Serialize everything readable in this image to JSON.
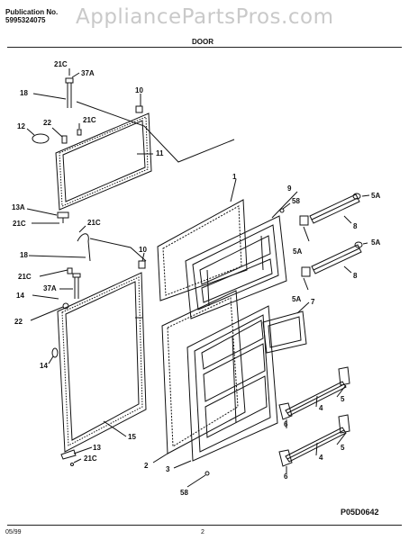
{
  "header": {
    "publication_label": "Publication No.",
    "publication_number": "5995324075",
    "watermark": "AppliancePartsPros.com",
    "section_title": "DOOR"
  },
  "callouts": [
    {
      "id": "c-21c-a",
      "text": "21C"
    },
    {
      "id": "c-37a-a",
      "text": "37A"
    },
    {
      "id": "c-18-a",
      "text": "18"
    },
    {
      "id": "c-10-a",
      "text": "10"
    },
    {
      "id": "c-12",
      "text": "12"
    },
    {
      "id": "c-22-a",
      "text": "22"
    },
    {
      "id": "c-21c-b",
      "text": "21C"
    },
    {
      "id": "c-11",
      "text": "11"
    },
    {
      "id": "c-1",
      "text": "1"
    },
    {
      "id": "c-13a",
      "text": "13A"
    },
    {
      "id": "c-21c-c",
      "text": "21C"
    },
    {
      "id": "c-21c-d",
      "text": "21C"
    },
    {
      "id": "c-18-b",
      "text": "18"
    },
    {
      "id": "c-10-b",
      "text": "10"
    },
    {
      "id": "c-21c-e",
      "text": "21C"
    },
    {
      "id": "c-37a-b",
      "text": "37A"
    },
    {
      "id": "c-14-a",
      "text": "14"
    },
    {
      "id": "c-22-b",
      "text": "22"
    },
    {
      "id": "c-14-b",
      "text": "14"
    },
    {
      "id": "c-15",
      "text": "15"
    },
    {
      "id": "c-13",
      "text": "13"
    },
    {
      "id": "c-21c-f",
      "text": "21C"
    },
    {
      "id": "c-9",
      "text": "9"
    },
    {
      "id": "c-58-a",
      "text": "58"
    },
    {
      "id": "c-5a-a",
      "text": "5A"
    },
    {
      "id": "c-8-a",
      "text": "8"
    },
    {
      "id": "c-5a-b",
      "text": "5A"
    },
    {
      "id": "c-5a-c",
      "text": "5A"
    },
    {
      "id": "c-8-b",
      "text": "8"
    },
    {
      "id": "c-5a-d",
      "text": "5A"
    },
    {
      "id": "c-7",
      "text": "7"
    },
    {
      "id": "c-5-a",
      "text": "5"
    },
    {
      "id": "c-4-a",
      "text": "4"
    },
    {
      "id": "c-6-a",
      "text": "6"
    },
    {
      "id": "c-5-b",
      "text": "5"
    },
    {
      "id": "c-4-b",
      "text": "4"
    },
    {
      "id": "c-6-b",
      "text": "6"
    },
    {
      "id": "c-2",
      "text": "2"
    },
    {
      "id": "c-3",
      "text": "3"
    },
    {
      "id": "c-58-b",
      "text": "58"
    }
  ],
  "footer": {
    "date": "05/99",
    "page_number": "2",
    "figure_code": "P05D0642"
  }
}
